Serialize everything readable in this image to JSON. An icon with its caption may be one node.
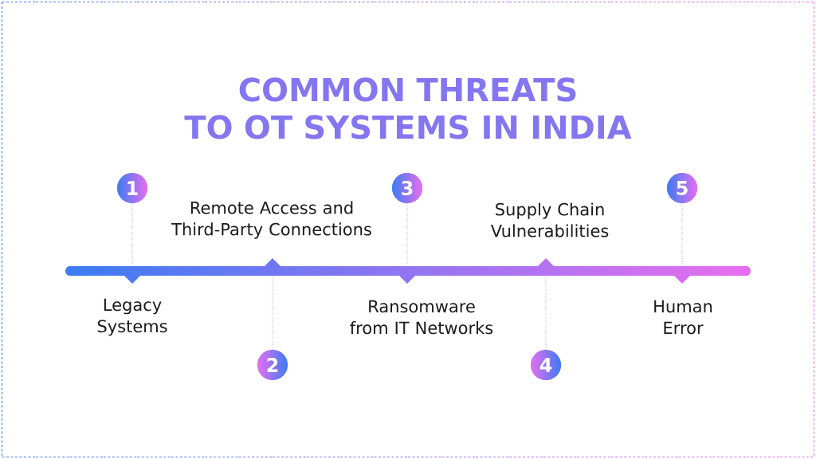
{
  "diagram": {
    "title": "COMMON THREATS TO OT SYSTEMS IN INDIA",
    "nodes": [
      {
        "text": [
          "1"
        ]
      },
      {
        "text": [
          "2"
        ]
      },
      {
        "text": [
          "3"
        ]
      },
      {
        "text": [
          "4"
        ]
      },
      {
        "text": [
          "5"
        ]
      },
      {
        "text": [],
        "shape": "bar"
      }
    ],
    "edges": [
      {
        "from": 0,
        "to": 5,
        "arrow": "none",
        "style": "dashed"
      },
      {
        "from": 1,
        "to": 5,
        "arrow": "none",
        "style": "dashed"
      },
      {
        "from": 2,
        "to": 5,
        "arrow": "none",
        "style": "dashed"
      },
      {
        "from": 3,
        "to": 5,
        "arrow": "none",
        "style": "dashed"
      },
      {
        "from": 4,
        "to": 5,
        "arrow": "none",
        "style": "dashed"
      }
    ],
    "labels": [
      "Legacy Systems",
      "Remote Access and Third-Party Connections",
      "Ransomware from IT Networks",
      "Supply Chain Vulnerabilities",
      "Human Error"
    ]
  }
}
